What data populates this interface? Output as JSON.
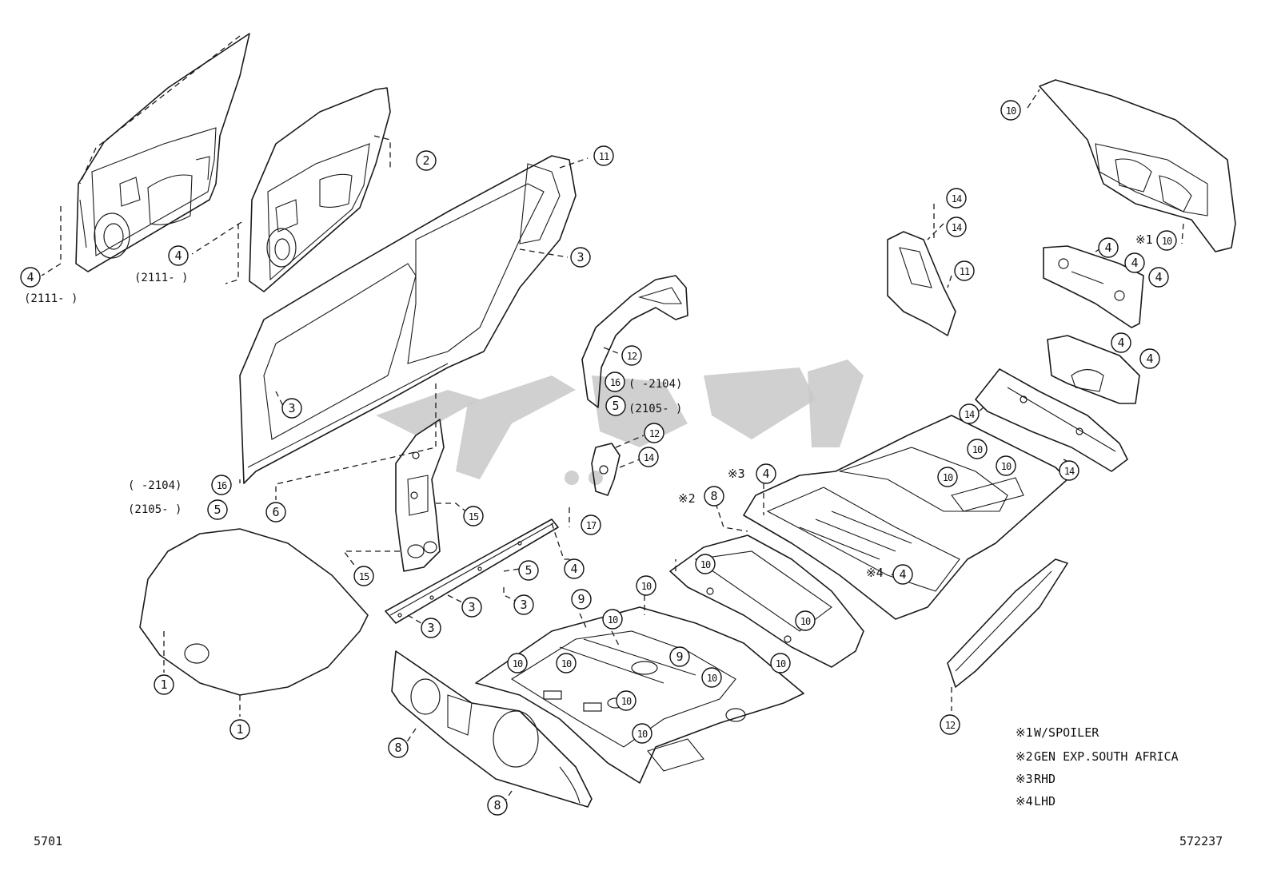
{
  "diagram_id": "5701",
  "illustration_no": "572237",
  "callouts": [
    {
      "id": "c-door-front-4",
      "label": "4"
    },
    {
      "id": "c-door-rear-4",
      "label": "4"
    },
    {
      "id": "c-door-2",
      "label": "2"
    },
    {
      "id": "c-side-11",
      "label": "11"
    },
    {
      "id": "c-side-3a",
      "label": "3"
    },
    {
      "id": "c-side-3b",
      "label": "3"
    },
    {
      "id": "c-side-16",
      "label": "16"
    },
    {
      "id": "c-side-5",
      "label": "5"
    },
    {
      "id": "c-side-6",
      "label": "6"
    },
    {
      "id": "c-qtr-12",
      "label": "12"
    },
    {
      "id": "c-qtr-16",
      "label": "16"
    },
    {
      "id": "c-qtr-5",
      "label": "5"
    },
    {
      "id": "c-brk-12",
      "label": "12"
    },
    {
      "id": "c-brk-14",
      "label": "14"
    },
    {
      "id": "c-pillar-15a",
      "label": "15"
    },
    {
      "id": "c-pillar-15b",
      "label": "15"
    },
    {
      "id": "c-rail-17",
      "label": "17"
    },
    {
      "id": "c-rail-4",
      "label": "4"
    },
    {
      "id": "c-rail-5",
      "label": "5"
    },
    {
      "id": "c-rail-3a",
      "label": "3"
    },
    {
      "id": "c-rail-3b",
      "label": "3"
    },
    {
      "id": "c-rail-3c",
      "label": "3"
    },
    {
      "id": "c-hood-1a",
      "label": "1"
    },
    {
      "id": "c-hood-1b",
      "label": "1"
    },
    {
      "id": "c-dash-8a",
      "label": "8"
    },
    {
      "id": "c-dash-8b",
      "label": "8"
    },
    {
      "id": "c-floor-9a",
      "label": "9"
    },
    {
      "id": "c-floor-9b",
      "label": "9"
    },
    {
      "id": "c-floor-10a",
      "label": "10"
    },
    {
      "id": "c-floor-10b",
      "label": "10"
    },
    {
      "id": "c-floor-10c",
      "label": "10"
    },
    {
      "id": "c-floor-10d",
      "label": "10"
    },
    {
      "id": "c-floor-10e",
      "label": "10"
    },
    {
      "id": "c-floor-10f",
      "label": "10"
    },
    {
      "id": "c-floor-10g",
      "label": "10"
    },
    {
      "id": "c-floor-10h",
      "label": "10"
    },
    {
      "id": "c-floor-10i",
      "label": "10"
    },
    {
      "id": "c-floor-10j",
      "label": "10"
    },
    {
      "id": "c-rear-8",
      "label": "8"
    },
    {
      "id": "c-rear-4a",
      "label": "4"
    },
    {
      "id": "c-rear-4b",
      "label": "4"
    },
    {
      "id": "c-rear-10a",
      "label": "10"
    },
    {
      "id": "c-rear-10b",
      "label": "10"
    },
    {
      "id": "c-rear-10c",
      "label": "10"
    },
    {
      "id": "c-rear-14",
      "label": "14"
    },
    {
      "id": "c-rear-14b",
      "label": "14"
    },
    {
      "id": "c-wheel-14a",
      "label": "14"
    },
    {
      "id": "c-wheel-14b",
      "label": "14"
    },
    {
      "id": "c-wheel-11",
      "label": "11"
    },
    {
      "id": "c-lid-10",
      "label": "10"
    },
    {
      "id": "c-lid-10b",
      "label": "10"
    },
    {
      "id": "c-shelf-4a",
      "label": "4"
    },
    {
      "id": "c-shelf-4b",
      "label": "4"
    },
    {
      "id": "c-shelf-4c",
      "label": "4"
    },
    {
      "id": "c-back-4a",
      "label": "4"
    },
    {
      "id": "c-back-4b",
      "label": "4"
    },
    {
      "id": "c-sill-12",
      "label": "12"
    }
  ],
  "date_labels": {
    "front_door": "(2111-      )",
    "rear_door": "(2111-      )",
    "side_16": "(      -2104)",
    "side_5": "(2105-      )",
    "qtr_16": "(      -2104)",
    "qtr_5": "(2105-      )"
  },
  "markers": {
    "m1": "※1",
    "m2": "※2",
    "m3": "※3",
    "m4": "※4"
  },
  "notes": [
    {
      "mark": "※1",
      "text": "W/SPOILER"
    },
    {
      "mark": "※2",
      "text": "GEN EXP.SOUTH AFRICA"
    },
    {
      "mark": "※3",
      "text": "RHD"
    },
    {
      "mark": "※4",
      "text": "LHD"
    }
  ]
}
